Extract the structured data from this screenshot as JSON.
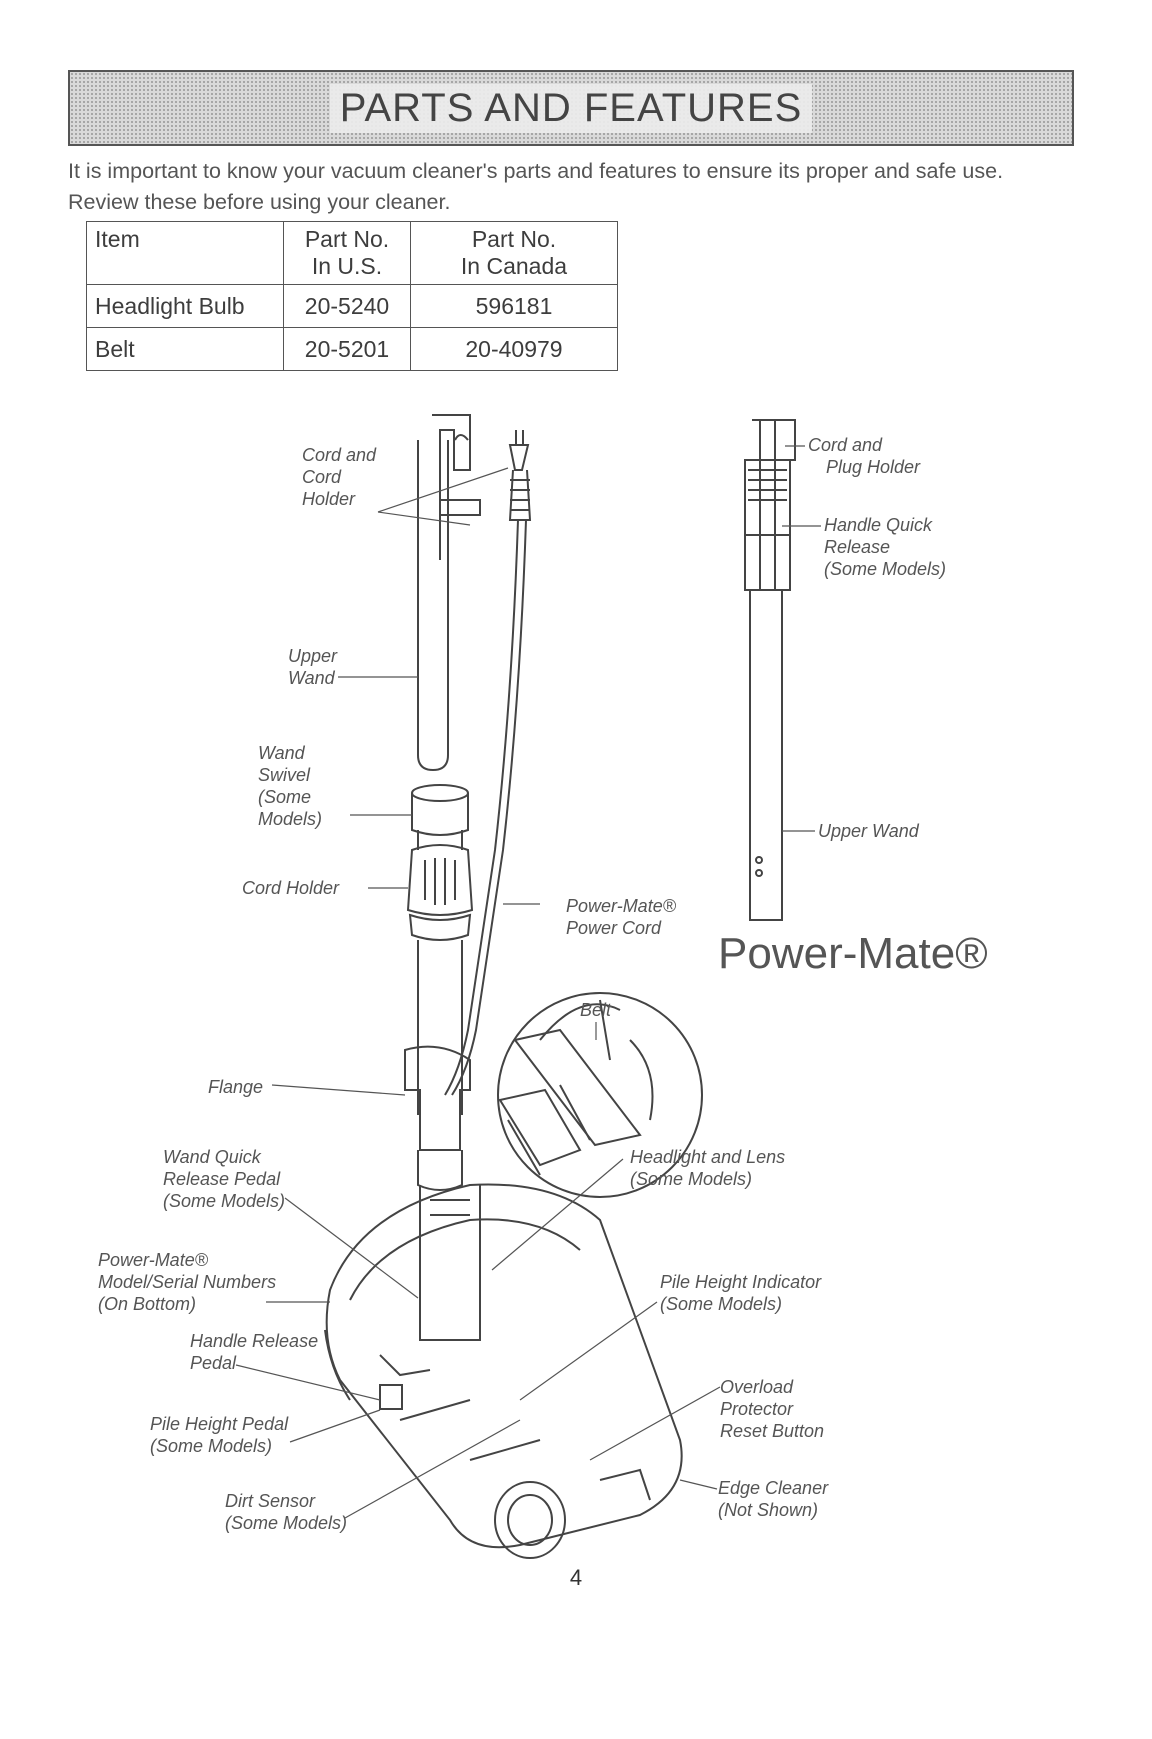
{
  "header": {
    "title": "PARTS AND FEATURES"
  },
  "intro": "It is important to know your vacuum cleaner's parts and features to ensure its proper and safe use. Review these before using your cleaner.",
  "table": {
    "headers": [
      {
        "line1": "Item",
        "line2": ""
      },
      {
        "line1": "Part No.",
        "line2": "In U.S."
      },
      {
        "line1": "Part No.",
        "line2": "In Canada"
      }
    ],
    "rows": [
      [
        "Headlight Bulb",
        "20-5240",
        "596181"
      ],
      [
        "Belt",
        "20-5201",
        "20-40979"
      ]
    ]
  },
  "labels": {
    "cord_and_cord_holder": [
      "Cord and",
      "Cord",
      "Holder"
    ],
    "upper_wand": [
      "Upper",
      "Wand"
    ],
    "wand_swivel": [
      "Wand",
      "Swivel",
      "(Some",
      "Models)"
    ],
    "cord_holder": "Cord Holder",
    "power_mate_power_cord": [
      "Power-Mate®",
      "Power Cord"
    ],
    "belt": "Belt",
    "flange": "Flange",
    "wand_quick_release": [
      "Wand Quick",
      "Release Pedal",
      "(Some Models)"
    ],
    "model_serial": [
      "Power-Mate®",
      "Model/Serial Numbers",
      "(On Bottom)"
    ],
    "handle_release_pedal": [
      "Handle Release",
      "Pedal"
    ],
    "pile_height_pedal": [
      "Pile Height Pedal",
      "(Some Models)"
    ],
    "dirt_sensor": [
      "Dirt Sensor",
      "(Some Models)"
    ],
    "headlight_and_lens": [
      "Headlight and Lens",
      "(Some Models)"
    ],
    "pile_height_indicator": [
      "Pile Height Indicator",
      "(Some Models)"
    ],
    "overload_protector": [
      "Overload",
      "Protector",
      "Reset Button"
    ],
    "edge_cleaner": [
      "Edge Cleaner",
      "(Not Shown)"
    ],
    "cord_and_plug_holder": [
      "Cord and",
      "Plug Holder"
    ],
    "handle_quick_release": [
      "Handle Quick",
      "Release",
      "(Some Models)"
    ],
    "upper_wand_right": "Upper Wand"
  },
  "brand": "Power-Mate®",
  "page_number": "4"
}
